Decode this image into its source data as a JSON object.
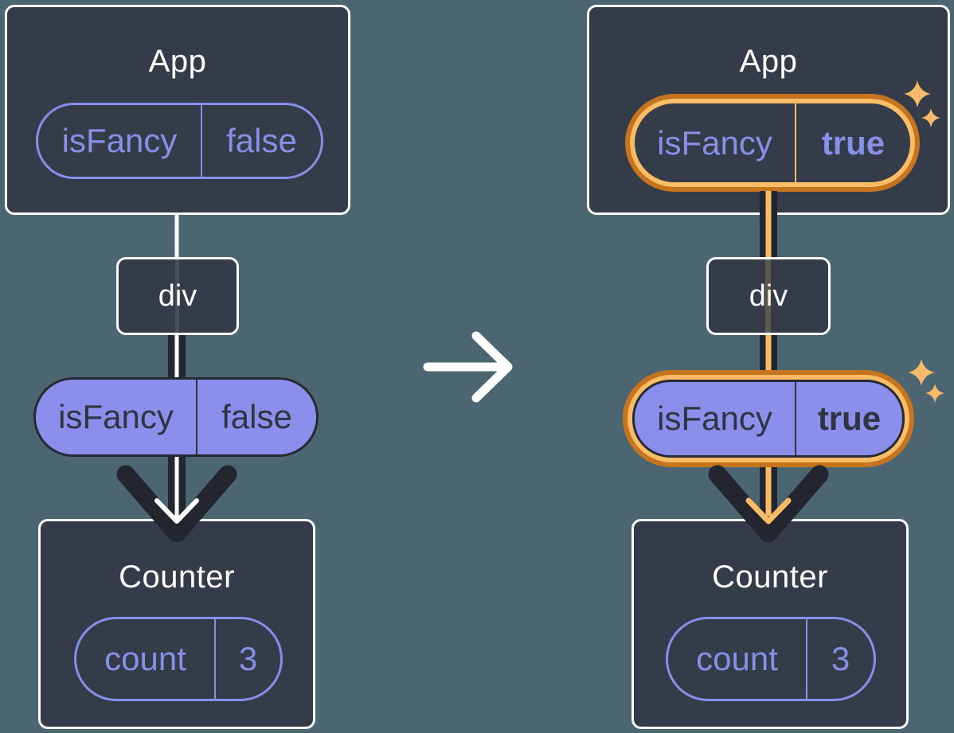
{
  "colors": {
    "bg": "#4C6671",
    "box_fill": "#343B49",
    "box_border": "#FFFFFF",
    "purple": "#8790E8",
    "purple_fill": "#8B8EEA",
    "ink_dark": "#23262F",
    "pill_text_dark": "#2F3440",
    "orange_light": "#FABD66",
    "orange_dark": "#C7741E",
    "sparkle": "#F7BA6B",
    "arrow_white": "#FFFFFF"
  },
  "before": {
    "app": {
      "title": "App",
      "prop": {
        "name": "isFancy",
        "value": "false"
      }
    },
    "container": {
      "title": "div"
    },
    "passed_prop": {
      "name": "isFancy",
      "value": "false"
    },
    "counter": {
      "title": "Counter",
      "state": {
        "name": "count",
        "value": "3"
      }
    }
  },
  "after": {
    "app": {
      "title": "App",
      "prop": {
        "name": "isFancy",
        "value": "true"
      }
    },
    "container": {
      "title": "div"
    },
    "passed_prop": {
      "name": "isFancy",
      "value": "true"
    },
    "counter": {
      "title": "Counter",
      "state": {
        "name": "count",
        "value": "3"
      }
    }
  },
  "icons": {
    "transition_arrow": "right-arrow",
    "sparkle": "four-point-sparkle",
    "flow_arrow": "downward-prop-flow-arrow"
  }
}
